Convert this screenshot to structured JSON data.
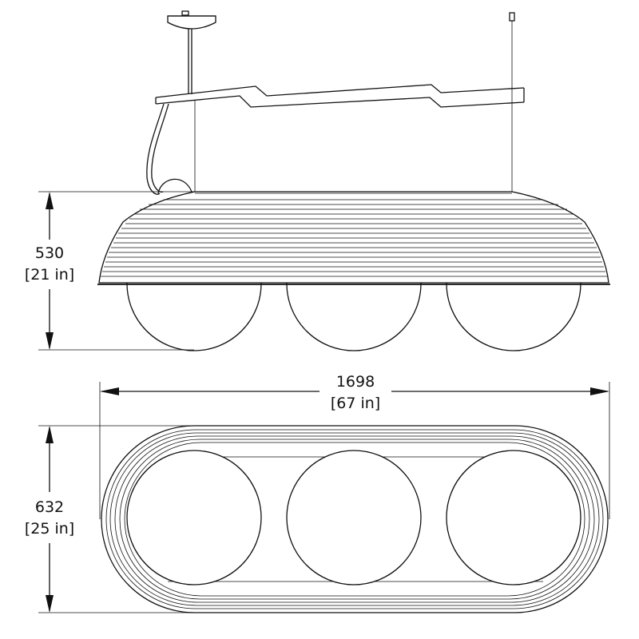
{
  "dimensions": {
    "height": {
      "value": "530",
      "imperial": "[21 in]"
    },
    "length": {
      "value": "1698",
      "imperial": "[67 in]"
    },
    "width": {
      "value": "632",
      "imperial": "[25 in]"
    }
  },
  "colors": {
    "line": "#111111",
    "background": "#ffffff"
  }
}
